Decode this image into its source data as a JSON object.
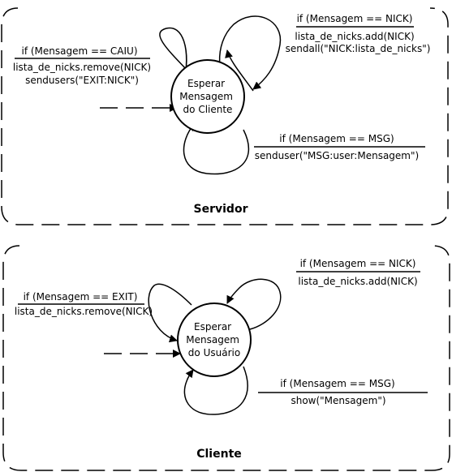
{
  "servidor": {
    "title": "Servidor",
    "state": [
      "Esperar",
      "Mensagem",
      "do Cliente"
    ],
    "nick": {
      "cond": "if (Mensagem == NICK)",
      "actions": [
        "lista_de_nicks.add(NICK)",
        "sendall(\"NICK:lista_de_nicks\")"
      ]
    },
    "caiu": {
      "cond": "if (Mensagem == CAIU)",
      "actions": [
        "lista_de_nicks.remove(NICK)",
        "sendusers(\"EXIT:NICK\")"
      ]
    },
    "msg": {
      "cond": "if (Mensagem == MSG)",
      "actions": [
        "senduser(\"MSG:user:Mensagem\")"
      ]
    }
  },
  "cliente": {
    "title": "Cliente",
    "state": [
      "Esperar",
      "Mensagem",
      "do Usuário"
    ],
    "nick": {
      "cond": "if (Mensagem == NICK)",
      "actions": [
        "lista_de_nicks.add(NICK)"
      ]
    },
    "exit": {
      "cond": "if (Mensagem == EXIT)",
      "actions": [
        "lista_de_nicks.remove(NICK)"
      ]
    },
    "msg": {
      "cond": "if (Mensagem == MSG)",
      "actions": [
        "show(\"Mensagem\")"
      ]
    }
  }
}
